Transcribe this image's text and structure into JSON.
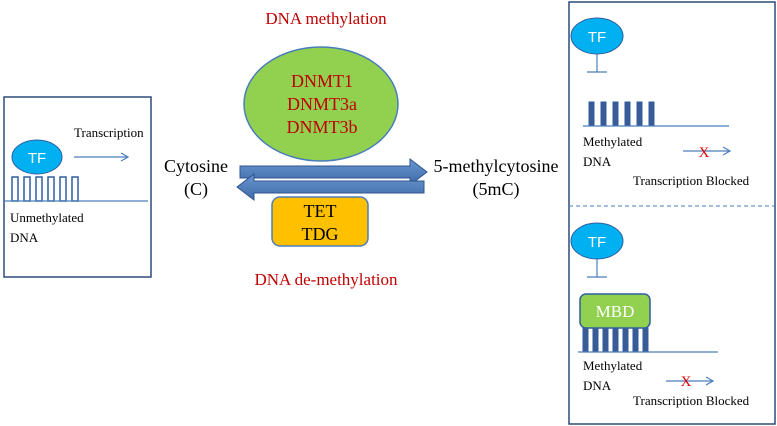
{
  "titles": {
    "methylation": "DNA methylation",
    "demethylation": "DNA de-methylation"
  },
  "enzymes": {
    "methyltransferases": [
      "DNMT1",
      "DNMT3a",
      "DNMT3b"
    ],
    "demethylases": [
      "TET",
      "TDG"
    ]
  },
  "substrates": {
    "cytosine": "Cytosine",
    "cytosine_abbr": "(C)",
    "methylcytosine": "5-methylcytosine",
    "methylcytosine_abbr": "(5mC)"
  },
  "left_panel": {
    "tf": "TF",
    "transcription": "Transcription",
    "dna_line1": "Unmethylated",
    "dna_line2": "DNA"
  },
  "right_top_panel": {
    "tf": "TF",
    "dna_line1": "Methylated",
    "dna_line2": "DNA",
    "blocked_mark": "X",
    "blocked": "Transcription Blocked"
  },
  "right_bottom_panel": {
    "tf": "TF",
    "mbd": "MBD",
    "dna_line1": "Methylated",
    "dna_line2": "DNA",
    "blocked_mark": "X",
    "blocked": "Transcription Blocked"
  },
  "colors": {
    "title_red": "#c00000",
    "enzyme_green": "#92d050",
    "enzyme_orange": "#ffc000",
    "tf_blue": "#00b0f0",
    "arrow_blue": "#4f81bd",
    "panel_border": "#2e4b7a",
    "dna_line": "#4a7ebb",
    "cpg_fill": "#3c5a94"
  }
}
